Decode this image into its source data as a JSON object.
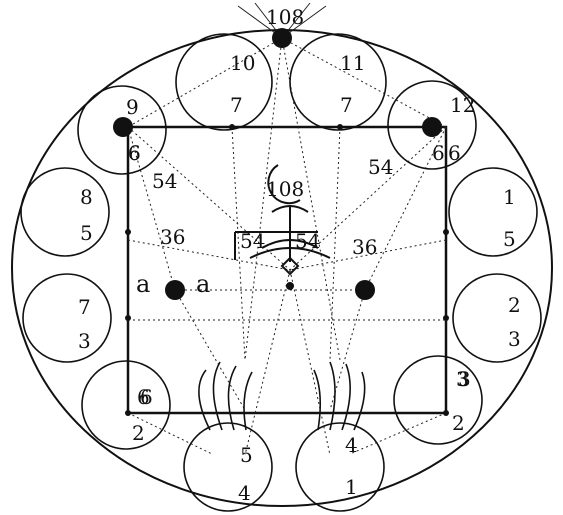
{
  "top_number": "108",
  "center_number": "108",
  "inner_numbers": {
    "upper_left": "54",
    "upper_right": "54",
    "center_left": "54",
    "center_right": "54",
    "left": "36",
    "right": "36"
  },
  "side_letters": {
    "left_1": "a",
    "left_2": "a"
  },
  "corner_numbers": {
    "top_left": "6",
    "top_right": "6",
    "bottom_left": "6",
    "bottom_right": "3"
  },
  "circles": [
    {
      "top": "10",
      "bottom": "7"
    },
    {
      "top": "11",
      "bottom": "7"
    },
    {
      "top": "12",
      "bottom": "6"
    },
    {
      "top": "1",
      "bottom": "5"
    },
    {
      "top": "2",
      "bottom": "3"
    },
    {
      "top": "3",
      "bottom": "2"
    },
    {
      "top": "4",
      "bottom": "1"
    },
    {
      "top": "5",
      "bottom": "4"
    },
    {
      "top": "6",
      "bottom": "2"
    },
    {
      "top": "7",
      "bottom": "3"
    },
    {
      "top": "8",
      "bottom": "5"
    },
    {
      "top": "9",
      "bottom": "6"
    }
  ]
}
